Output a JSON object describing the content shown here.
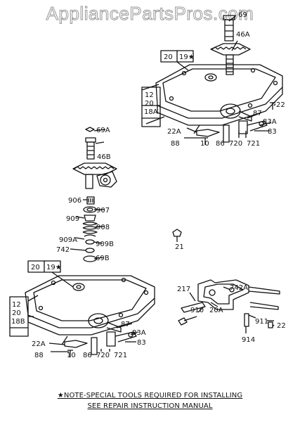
{
  "watermark": "AppliancePartsPros.com",
  "upper_assembly": {
    "labels": {
      "l69": "69",
      "l46A": "46A",
      "box20": "20",
      "box19": "19★",
      "l12": "12",
      "l20": "20",
      "l18A": "18A",
      "l22": "22",
      "l87": "87",
      "l83A": "83A",
      "l83": "83",
      "l22A": "22A",
      "l88": "88",
      "l10": "10",
      "l86": "86",
      "l720": "720",
      "l721": "721"
    }
  },
  "governor_stack": {
    "labels": {
      "l69A": "69A",
      "l46B": "46B",
      "l906": "906",
      "l907": "907",
      "l909": "909",
      "l908": "908",
      "l909A": "909A",
      "l909B": "909B",
      "l742": "742",
      "l69B": "69B",
      "l21": "21"
    }
  },
  "lower_assembly": {
    "labels": {
      "box20": "20",
      "box19": "19★",
      "l12": "12",
      "l20": "20",
      "l18B": "18B",
      "l87": "87",
      "l83A": "83A",
      "l83": "83",
      "l22A": "22A",
      "l88": "88",
      "l10": "10",
      "l86": "86",
      "l720": "720",
      "l721": "721"
    }
  },
  "linkage_assembly": {
    "labels": {
      "l742A": "742A",
      "l217": "217",
      "l910": "910",
      "l20A": "20A",
      "l911": "911",
      "l22": "22",
      "l914": "914"
    }
  },
  "note": {
    "line1": "★NOTE-SPECIAL TOOLS REQUIRED  FOR INSTALLING",
    "line2": "SEE REPAIR INSTRUCTION MANUAL"
  }
}
